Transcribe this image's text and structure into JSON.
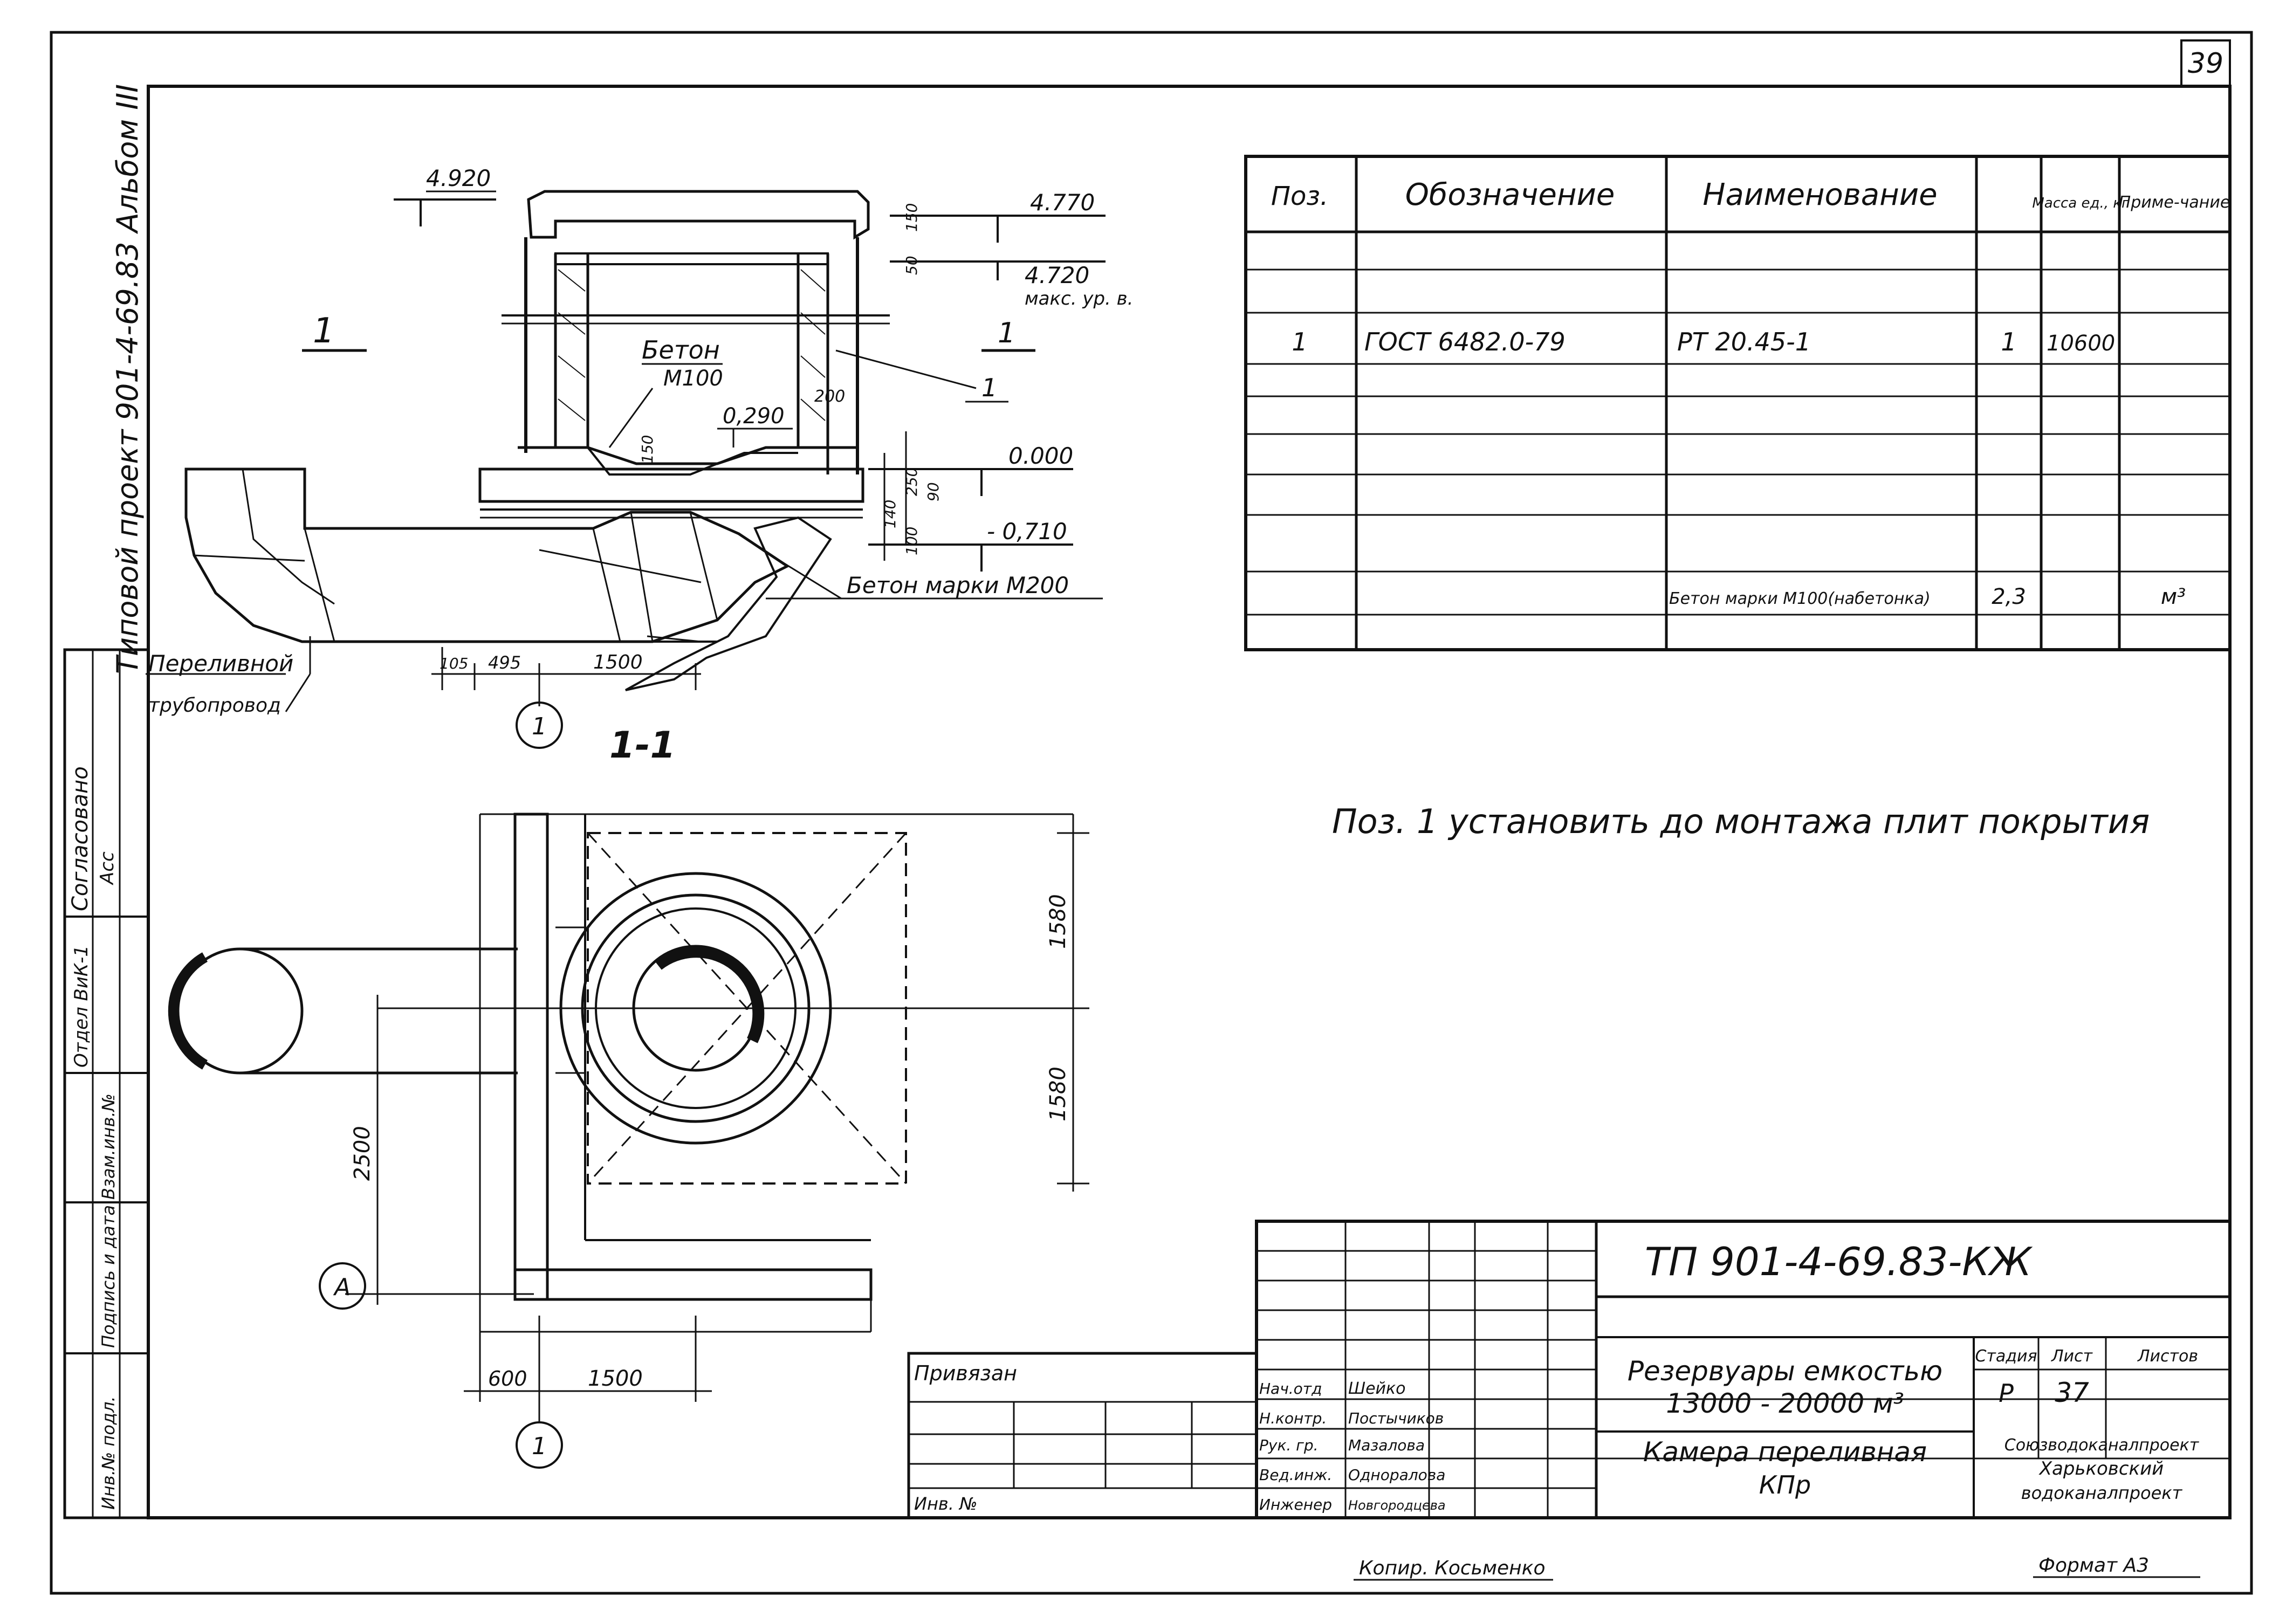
{
  "sheet": {
    "page_number": "39",
    "album_note": "Типовой проект 901-4-69.83 Альбом III",
    "footer_left": "Копир. Косьменко",
    "footer_right": "Формат А3",
    "note": "Поз. 1 установить до монтажа плит покрытия"
  },
  "left_stamp": {
    "soglasovano": "Согласовано",
    "otdel": "Отдел ВиК-1",
    "sign": "Асс",
    "vzam": "Взам.инв.№",
    "podpis": "Подпись и дата",
    "inv": "Инв.№ подл."
  },
  "section": {
    "title": "1-1",
    "cut_label": "1",
    "elev_top_left": "4.920",
    "elev_top_right": "4.770",
    "elev_max": "4.720",
    "max_label": "макс. ур. в.",
    "elev_inner": "0,290",
    "elev_zero": "0.000",
    "elev_bottom": "- 0,710",
    "beton_label": "Бетон",
    "beton_grade": "М100",
    "beton_200": "Бетон марки М200",
    "pipe_label_1": "Переливной",
    "pipe_label_2": "трубопровод",
    "pos_callout": "1",
    "dim_150": "150",
    "dim_50": "50",
    "dim_200": "200",
    "dim_150b": "150",
    "dim_250": "250",
    "dim_140": "140",
    "dim_90": "90",
    "dim_100": "100",
    "dim_105": "105",
    "dim_495": "495",
    "dim_1500": "1500",
    "axis_label": "1"
  },
  "plan": {
    "dim_1580a": "1580",
    "dim_1580b": "1580",
    "dim_2500": "2500",
    "dim_600": "600",
    "dim_1500": "1500",
    "axis_a": "А",
    "axis_1": "1"
  },
  "spec_table": {
    "headers": [
      "Поз.",
      "Обозначение",
      "Наименование",
      "",
      "Масса ед., кг",
      "Приме-чание"
    ],
    "rows": [
      [
        "",
        "",
        "",
        "",
        "",
        ""
      ],
      [
        "",
        "",
        "",
        "",
        "",
        ""
      ],
      [
        "1",
        "ГОСТ 6482.0-79",
        "РТ 20.45-1",
        "1",
        "10600",
        ""
      ],
      [
        "",
        "",
        "",
        "",
        "",
        ""
      ],
      [
        "",
        "",
        "",
        "",
        "",
        ""
      ],
      [
        "",
        "",
        "",
        "",
        "",
        ""
      ],
      [
        "",
        "",
        "",
        "",
        "",
        ""
      ],
      [
        "",
        "",
        "",
        "",
        "",
        ""
      ],
      [
        "",
        "",
        "Бетон марки М100(набетонка)",
        "2,3",
        "",
        "м³"
      ],
      [
        "",
        "",
        "",
        "",
        "",
        ""
      ]
    ]
  },
  "title_block": {
    "code": "ТП 901-4-69.83-КЖ",
    "project_1": "Резервуары емкостью",
    "project_2": "13000 - 20000 м³",
    "sheet_title_1": "Камера переливная",
    "sheet_title_2": "КПр",
    "stage_h": "Стадия",
    "list_h": "Лист",
    "listov_h": "Листов",
    "stage": "Р",
    "list": "37",
    "listov": "",
    "org_1": "Союзводоканалпроект",
    "org_2": "Харьковский",
    "org_3": "водоканалпроект",
    "privyazan": "Привязан",
    "inv_no": "Инв. №",
    "roles": [
      {
        "role": "Нач.отд",
        "name": "Шейко"
      },
      {
        "role": "Н.контр.",
        "name": "Постычиков"
      },
      {
        "role": "Рук. гр.",
        "name": "Мазалова"
      },
      {
        "role": "Вед.инж.",
        "name": "Одноралова"
      },
      {
        "role": "Инженер",
        "name": "Новгородцева"
      }
    ]
  }
}
